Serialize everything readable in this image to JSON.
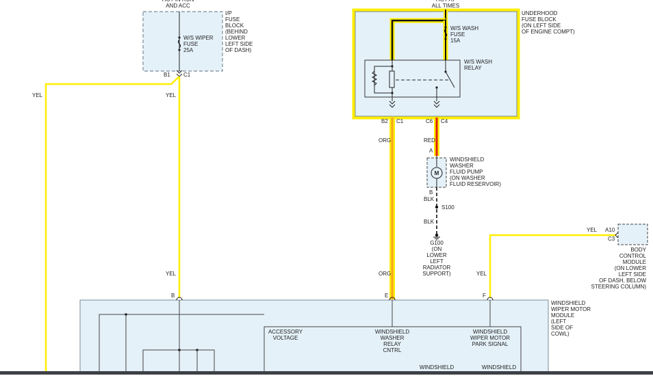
{
  "colors": {
    "wire_yellow": "#ffee00",
    "wire_orange": "#f5a623",
    "wire_red": "#e02010",
    "highlight": "#ffee00",
    "box_fill": "#e4f1f9",
    "box_border": "#7a8a96",
    "black_wire": "#111111"
  },
  "top_cut_label": "HOT IN RUN\nAND ACC",
  "ip_fuse_block": {
    "label": "I/P\nFUSE\nBLOCK\n(BEHIND\nLOWER\nLEFT SIDE\nOF DASH)",
    "fuse_label": "W/S WIPER\nFUSE\n25A",
    "pin_b1": "B1",
    "pin_c1": "C1"
  },
  "wire_yel_left": "YEL",
  "wire_yel_mid": "YEL",
  "hot_at_all_times": "HOT AT\nALL TIMES",
  "underhood_fuse_block": {
    "label": "UNDERHOOD\nFUSE BLOCK\n(ON LEFT SIDE\nOF ENGINE COMPT)",
    "fuse_label": "W/S WASH\nFUSE\n15A",
    "relay_label": "W/S WASH\nRELAY",
    "pin_b2": "B2",
    "pin_c1": "C1",
    "pin_c6": "C6",
    "pin_c4": "C4"
  },
  "wire_org_upper": "ORG",
  "wire_red": "RED",
  "pin_a": "A",
  "washer_pump": {
    "label": "WINDSHIELD\nWASHER\nFLUID PUMP\n(ON WASHER\nFLUID RESERVOIR)",
    "motor_symbol": "M"
  },
  "pin_b_pump": "B",
  "wire_blk_1": "BLK",
  "splice_s100": "S100",
  "wire_blk_2": "BLK",
  "ground_g100": "G100\n(ON\nLOWER\nLEFT\nRADIATOR\nSUPPORT)",
  "bcm": {
    "wire_yel": "YEL",
    "pin_a10": "A10",
    "pin_c3": "C3",
    "label": "BODY\nCONTROL\nMODULE\n(ON LOWER\nLEFT SIDE\nOF DASH, BELOW\nSTEERING COLUMN)"
  },
  "wire_yel_b": "YEL",
  "wire_org_lower": "ORG",
  "wire_yel_f": "YEL",
  "module": {
    "label": "WINDSHIELD\nWIPER MOTOR\nMODULE\n(LEFT\nSIDE OF\nCOWL)",
    "pin_b": "B",
    "pin_e": "E",
    "pin_f": "F",
    "accessory_voltage": "ACCESSORY\nVOLTAGE",
    "washer_relay_cntrl": "WINDSHIELD\nWASHER\nRELAY\nCNTRL",
    "park_signal": "WINDSHIELD\nWIPER MOTOR\nPARK SIGNAL",
    "cut_label_1": "WINDSHIELD\nWIPER",
    "cut_label_2": "WINDSHIELD\nWIPER"
  }
}
